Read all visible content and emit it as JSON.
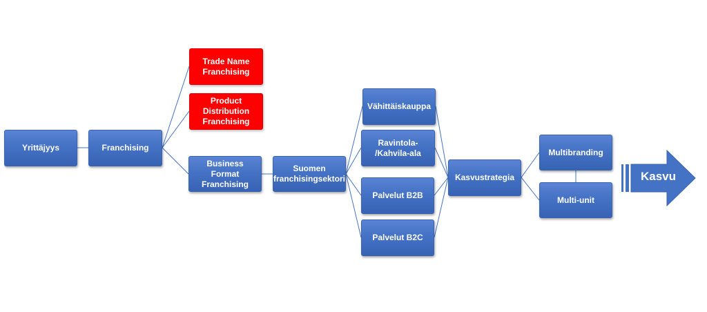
{
  "nodes": {
    "yrittajyys": "Yrittäjyys",
    "franchising": "Franchising",
    "trade_name": "Trade Name\nFranchising",
    "product_distribution": "Product\nDistribution\nFranchising",
    "business_format": "Business Format\nFranchising",
    "suomen_sektori": "Suomen\nfranchisingsektori",
    "vahittaiskauppa": "Vähittäiskauppa",
    "ravintola": "Ravintola-\n/Kahvila-ala",
    "palvelut_b2b": "Palvelut B2B",
    "palvelut_b2c": "Palvelut B2C",
    "kasvustrategia": "Kasvustrategia",
    "multibranding": "Multibranding",
    "multi_unit": "Multi-unit"
  },
  "arrow": {
    "label": "Kasvu"
  },
  "colors": {
    "blue": "#4472c4",
    "red": "#ff0000",
    "connector": "#4472c4",
    "background": "#ffffff"
  }
}
